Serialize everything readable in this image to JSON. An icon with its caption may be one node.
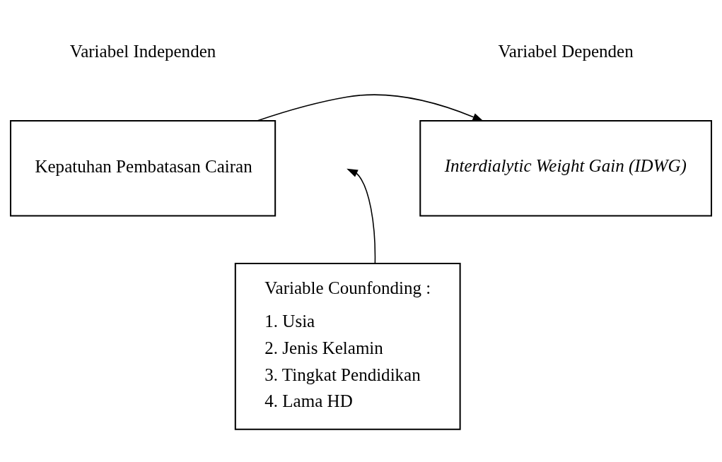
{
  "diagram": {
    "nodes": [
      {
        "text": [
          "Kepatuhan Pembatasan Cairan"
        ]
      },
      {
        "text": [
          "Interdialytic Weight Gain (IDWG)"
        ]
      },
      {
        "text": [
          "Variable Counfonding :",
          "1. Usia",
          "2. Jenis Kelamin",
          "3. Tingkat Pendidikan",
          "4. Lama HD"
        ]
      }
    ],
    "edges": [
      {
        "from": 0,
        "to": 1,
        "arrow": "to"
      },
      {
        "from": 2,
        "to": null,
        "arrow": "to"
      }
    ],
    "labels": [
      "Variabel Independen",
      "Variabel Dependen"
    ]
  }
}
